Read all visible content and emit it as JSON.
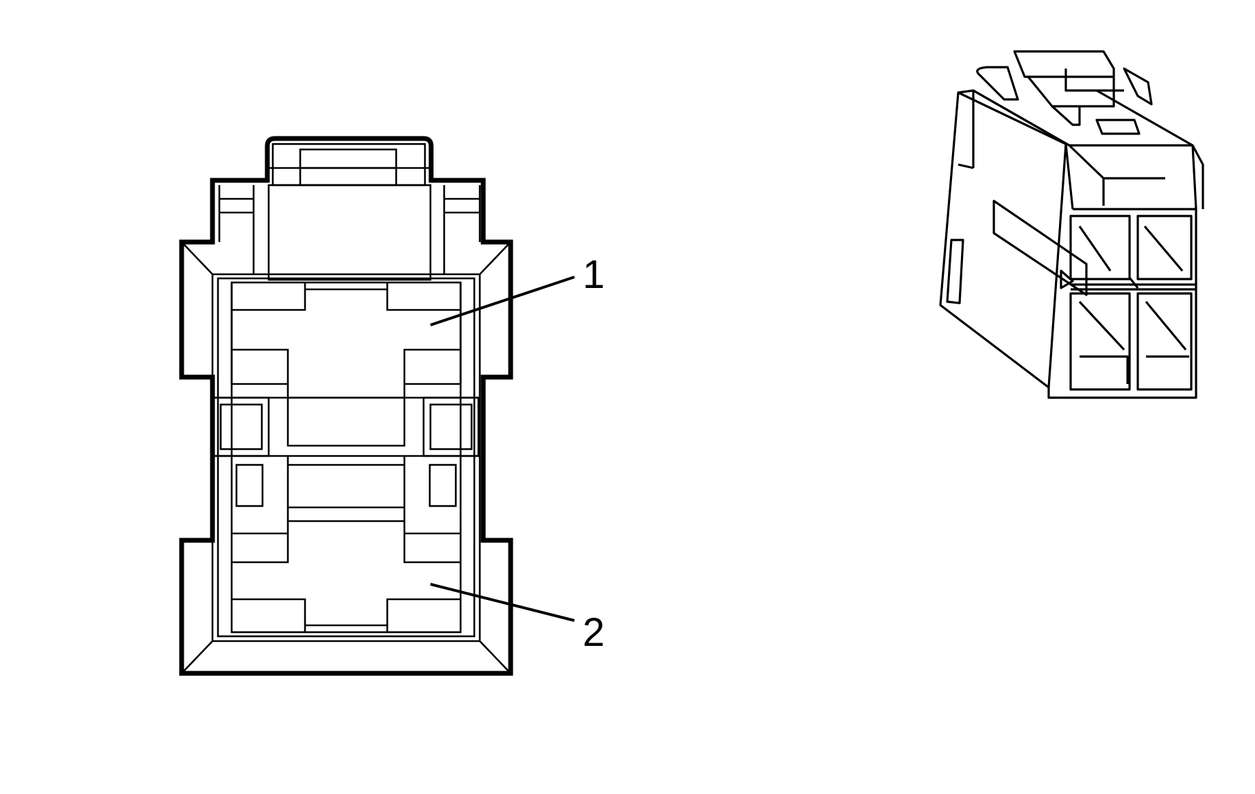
{
  "diagram": {
    "callouts": [
      {
        "id": "1",
        "label": "1"
      },
      {
        "id": "2",
        "label": "2"
      }
    ],
    "views": {
      "front": "connector-front-view",
      "iso": "connector-isometric-view"
    }
  }
}
